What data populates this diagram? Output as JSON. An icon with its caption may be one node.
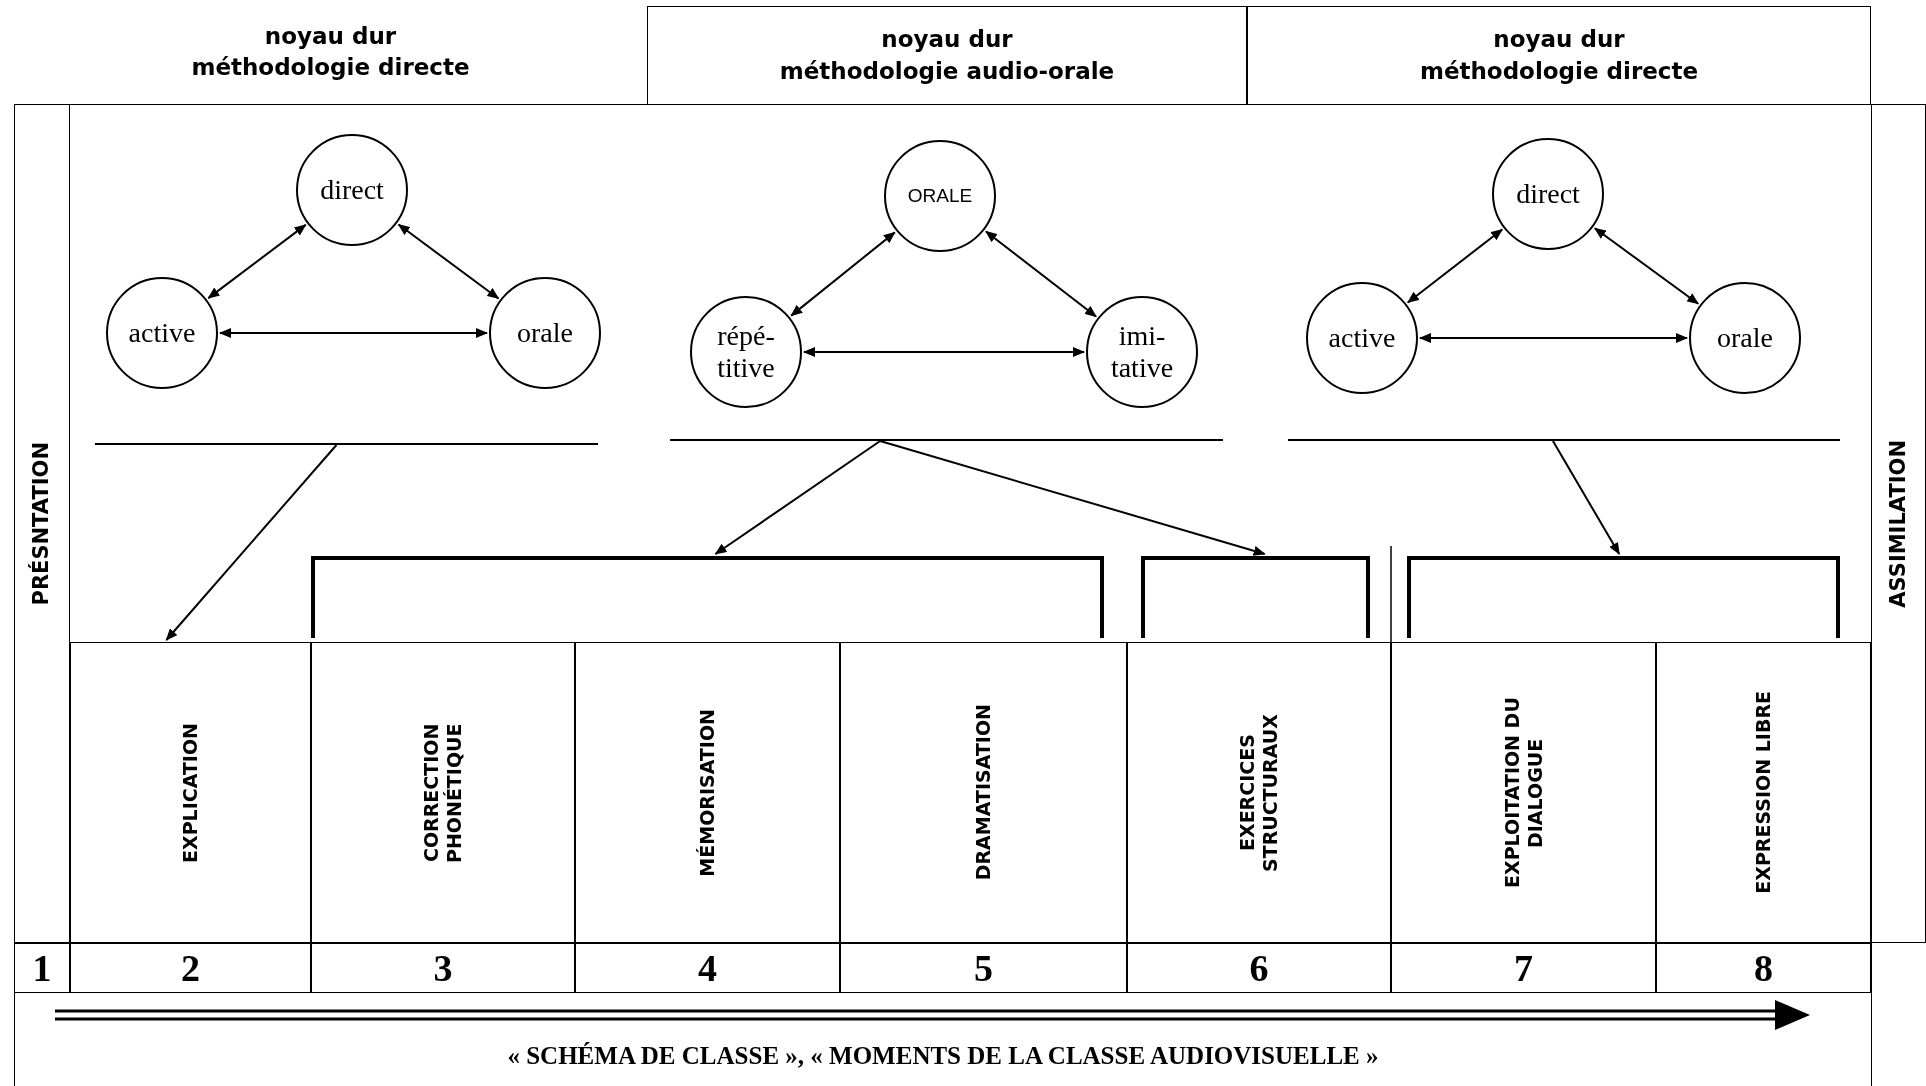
{
  "diagram": {
    "caption": "« SCHÉMA DE CLASSE », « MOMENTS DE LA CLASSE AUDIOVISUELLE »",
    "nodes": [
      {
        "text": [
          "noyau dur",
          "méthodologie directe"
        ]
      },
      {
        "text": [
          "noyau dur",
          "méthodologie audio-orale"
        ]
      },
      {
        "text": [
          "noyau dur",
          "méthodologie directe"
        ]
      },
      {
        "text": [
          "PRÉSNTATION"
        ]
      },
      {
        "text": [
          "ASSIMILATION"
        ]
      },
      {
        "text": [
          "direct"
        ]
      },
      {
        "text": [
          "active"
        ]
      },
      {
        "text": [
          "orale"
        ]
      },
      {
        "text": [
          "ORALE"
        ]
      },
      {
        "text": [
          "répé- titive"
        ]
      },
      {
        "text": [
          "imi- tative"
        ]
      },
      {
        "text": [
          "direct"
        ]
      },
      {
        "text": [
          "active"
        ]
      },
      {
        "text": [
          "orale"
        ]
      },
      {
        "text": [],
        "shape": "bar"
      },
      {
        "text": [],
        "shape": "bar"
      },
      {
        "text": [],
        "shape": "bar"
      },
      {
        "text": [],
        "shape": "bracket"
      },
      {
        "text": [],
        "shape": "bracket"
      },
      {
        "text": [],
        "shape": "bracket"
      },
      {
        "text": [
          "EXPLICATION"
        ]
      },
      {
        "text": [
          "CORRECTION PHONÉTIQUE"
        ]
      },
      {
        "text": [
          "MÉMORISATION"
        ]
      },
      {
        "text": [
          "DRAMATISATION"
        ]
      },
      {
        "text": [
          "EXERCICES STRUCTURAUX"
        ]
      },
      {
        "text": [
          "EXPLOITATION DU DIALOGUE"
        ]
      },
      {
        "text": [
          "EXPRESSION LIBRE"
        ]
      }
    ],
    "edges": [
      {
        "from": 5,
        "to": 6,
        "arrow": "both"
      },
      {
        "from": 5,
        "to": 7,
        "arrow": "both"
      },
      {
        "from": 6,
        "to": 7,
        "arrow": "both"
      },
      {
        "from": 8,
        "to": 9,
        "arrow": "both"
      },
      {
        "from": 8,
        "to": 10,
        "arrow": "both"
      },
      {
        "from": 9,
        "to": 10,
        "arrow": "both"
      },
      {
        "from": 11,
        "to": 12,
        "arrow": "both"
      },
      {
        "from": 11,
        "to": 13,
        "arrow": "both"
      },
      {
        "from": 12,
        "to": 13,
        "arrow": "both"
      },
      {
        "from": 14,
        "to": 20,
        "arrow": "to"
      },
      {
        "from": 15,
        "to": 17,
        "arrow": "to"
      },
      {
        "from": 15,
        "to": 18,
        "arrow": "to"
      },
      {
        "from": 16,
        "to": 19,
        "arrow": "to"
      }
    ],
    "labels": [
      "1",
      "2",
      "3",
      "4",
      "5",
      "6",
      "7",
      "8"
    ]
  }
}
